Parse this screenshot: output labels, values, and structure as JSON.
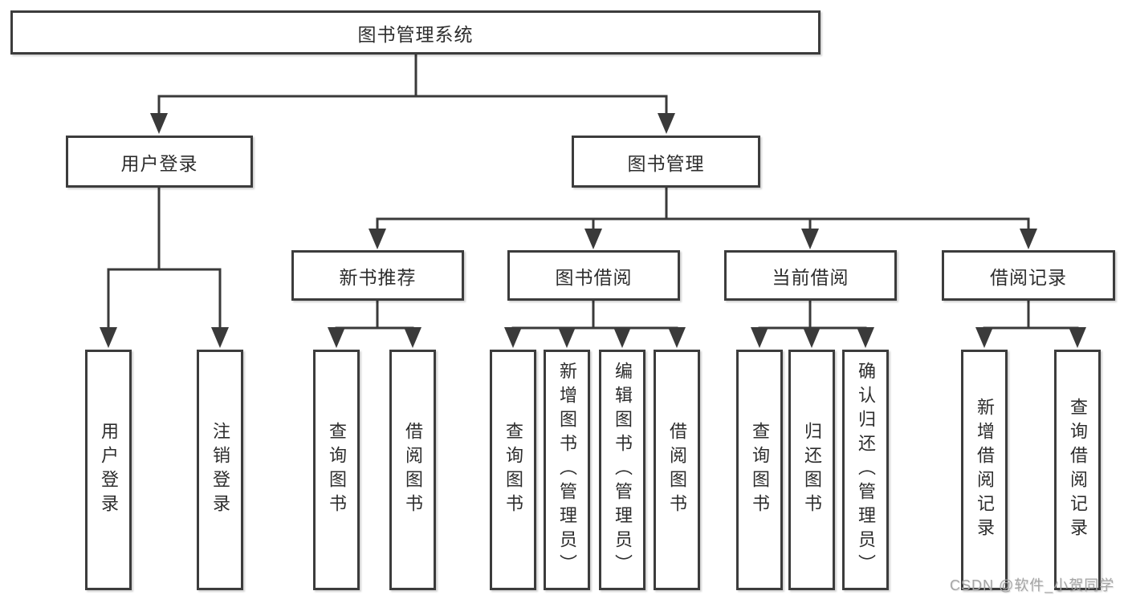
{
  "diagram": {
    "root": "图书管理系统",
    "level2": {
      "user_login": "用户登录",
      "book_mgmt": "图书管理"
    },
    "level3": {
      "new_book_rec": "新书推荐",
      "book_borrow": "图书借阅",
      "current_borrow": "当前借阅",
      "borrow_records": "借阅记录"
    },
    "leaves": {
      "user_login": "用户登录",
      "logout": "注销登录",
      "nbr_query": "查询图书",
      "nbr_borrow": "借阅图书",
      "bb_query": "查询图书",
      "bb_add": "新增图书（管理员）",
      "bb_edit": "编辑图书（管理员）",
      "bb_borrow": "借阅图书",
      "cb_query": "查询图书",
      "cb_return": "归还图书",
      "cb_confirm": "确认归还（管理员）",
      "br_add": "新增借阅记录",
      "br_query": "查询借阅记录"
    }
  },
  "watermark": {
    "text": "CSDN @软件_小贺同学"
  },
  "colors": {
    "line": "#3a3a3a",
    "text": "#2d2d2d",
    "background": "#ffffff",
    "watermark": "#a5a5a5"
  }
}
